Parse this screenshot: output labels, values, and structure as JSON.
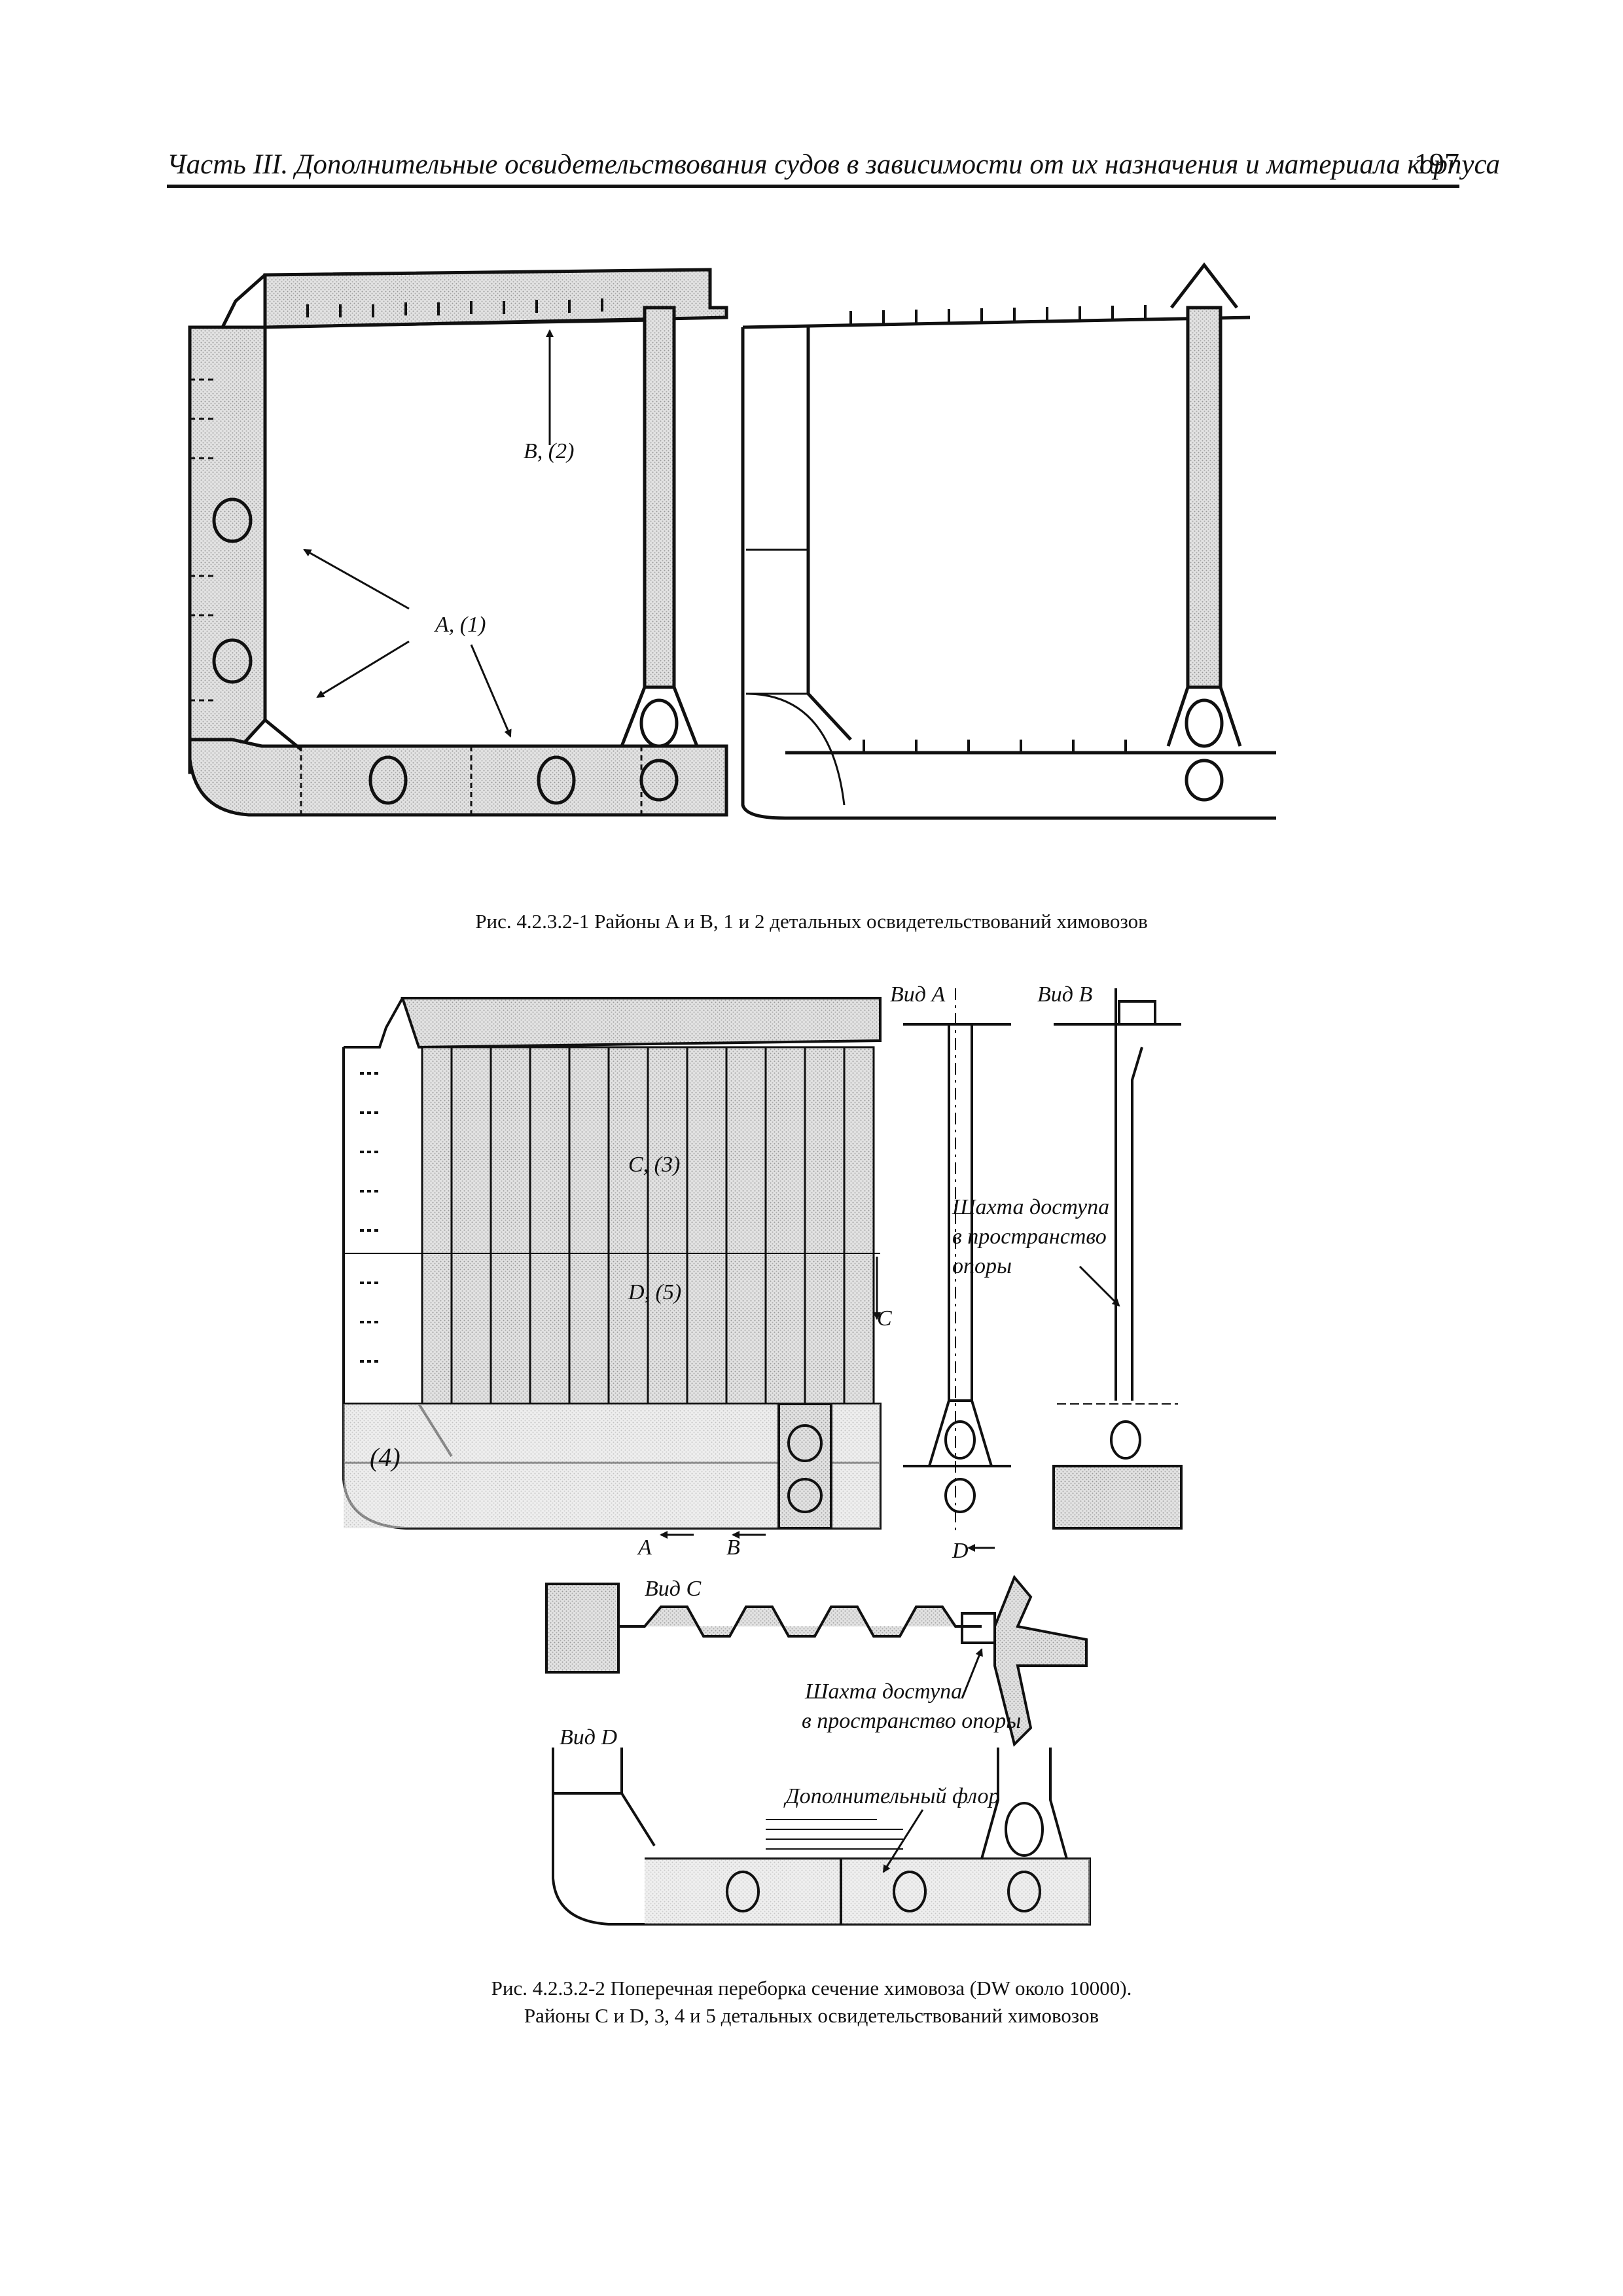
{
  "header": {
    "title": "Часть III. Дополнительные освидетельствования судов в зависимости от их назначения и материала корпуса",
    "page_number": "197"
  },
  "figure1": {
    "label_b2": "B, (2)",
    "label_a1": "A, (1)",
    "caption": "Рис. 4.2.3.2-1 Районы A и B, 1 и 2 детальных освидетельствований химовозов"
  },
  "figure2": {
    "label_c3": "C, (3)",
    "label_d5": "D, (5)",
    "label_4": "(4)",
    "label_c_arrow": "C",
    "label_a": "A",
    "label_b": "B",
    "label_d": "D",
    "view_a": "Вид A",
    "view_b": "Вид B",
    "view_c": "Вид C",
    "view_d": "Вид D",
    "shaft_note_1": "Шахта доступа",
    "shaft_note_2": "в пространство",
    "shaft_note_3": "опоры",
    "shaft_note_c1": "Шахта доступа",
    "shaft_note_c2": "в пространство опоры",
    "extra_floor": "Дополнительный флор",
    "caption_line1": "Рис. 4.2.3.2-2 Поперечная переборка сечение химовоза (DW около 10000).",
    "caption_line2": "Районы C и D, 3, 4 и 5 детальных освидетельствований химовозов"
  },
  "colors": {
    "ink": "#111111",
    "hatch": "#c8c8c8",
    "paper": "#ffffff"
  }
}
